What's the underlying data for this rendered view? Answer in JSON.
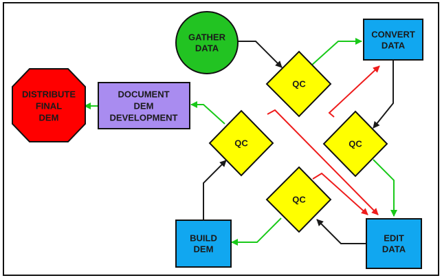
{
  "nodes": {
    "gather": {
      "lines": [
        "GATHER",
        "DATA"
      ]
    },
    "convert": {
      "lines": [
        "CONVERT",
        "DATA"
      ]
    },
    "edit": {
      "lines": [
        "EDIT",
        "DATA"
      ]
    },
    "build": {
      "lines": [
        "BUILD",
        "DEM"
      ]
    },
    "document": {
      "lines": [
        "DOCUMENT",
        "DEM",
        "DEVELOPMENT"
      ]
    },
    "distribute": {
      "lines": [
        "DISTRIBUTE",
        "FINAL",
        "DEM"
      ]
    },
    "qc_top": {
      "lines": [
        "QC"
      ]
    },
    "qc_right": {
      "lines": [
        "QC"
      ]
    },
    "qc_left": {
      "lines": [
        "QC"
      ]
    },
    "qc_bottom": {
      "lines": [
        "QC"
      ]
    }
  },
  "colors": {
    "gather": "#22c322",
    "process": "#11a7f0",
    "document": "#a98cf0",
    "distribute": "#ff0000",
    "qc": "#ffff00",
    "arrow_pass": "#19c919",
    "arrow_fail": "#ee1c1c",
    "arrow_flow": "#1a1a1a"
  }
}
